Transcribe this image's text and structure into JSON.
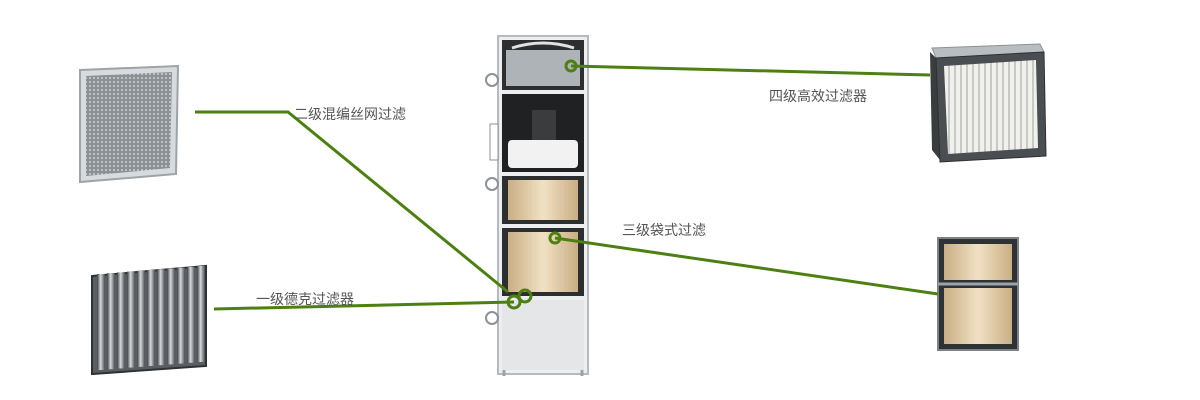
{
  "colors": {
    "callout_line": "#4e7f12",
    "label_text": "#555555",
    "cabinet_body": "#e9eaec",
    "filter_frame": "#c9cdd2"
  },
  "callouts": [
    {
      "id": "stage1",
      "label": "一级德克过滤器",
      "part_icon": "baffle-grease-filter-icon"
    },
    {
      "id": "stage2",
      "label": "二级混编丝网过滤",
      "part_icon": "mesh-panel-filter-icon"
    },
    {
      "id": "stage3",
      "label": "三级袋式过滤",
      "part_icon": "bag-filter-icon"
    },
    {
      "id": "stage4",
      "label": "四级高效过滤器",
      "part_icon": "hepa-filter-icon"
    }
  ],
  "center_unit_icon": "purifier-cabinet-icon"
}
